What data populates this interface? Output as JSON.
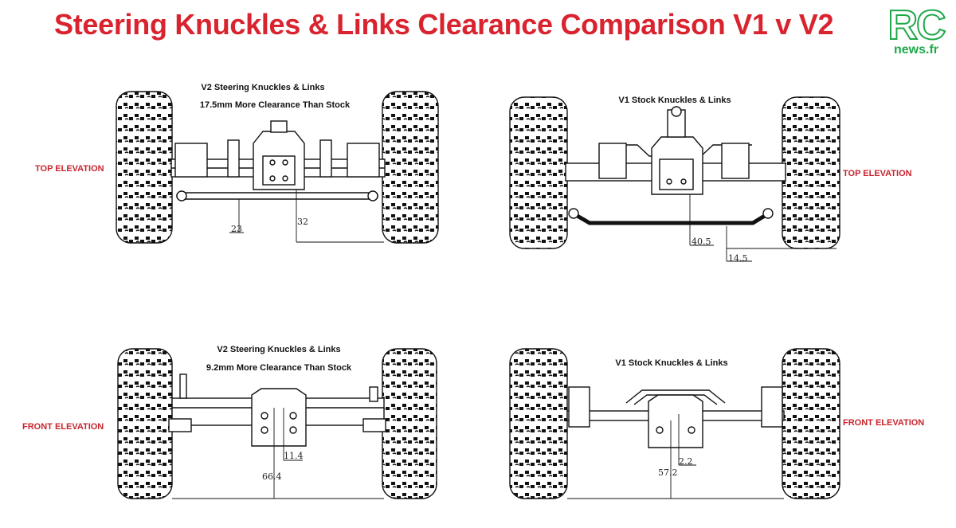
{
  "title": "Steering Knuckles & Links Clearance Comparison V1 v V2",
  "logo": {
    "brand": "RC",
    "site": "news.fr",
    "brand_color": "#1fa84a"
  },
  "colors": {
    "title": "#d9232e",
    "elevation_label": "#c8242e",
    "line": "#111111"
  },
  "panels": {
    "v2_top": {
      "caption_line1": "V2 Steering Knuckles & Links",
      "caption_line2": "17.5mm More Clearance Than Stock",
      "elevation_label": "TOP ELEVATION",
      "dimensions": [
        "23",
        "32"
      ]
    },
    "v1_top": {
      "caption_line1": "V1 Stock Knuckles & Links",
      "elevation_label": "TOP ELEVATION",
      "dimensions": [
        "40.5",
        "14.5"
      ]
    },
    "v2_front": {
      "caption_line1": "V2 Steering Knuckles & Links",
      "caption_line2": "9.2mm More Clearance Than Stock",
      "elevation_label": "FRONT ELEVATION",
      "dimensions": [
        "11.4",
        "66.4"
      ]
    },
    "v1_front": {
      "caption_line1": "V1 Stock Knuckles & Links",
      "elevation_label": "FRONT ELEVATION",
      "dimensions": [
        "2.2",
        "57.2"
      ]
    }
  }
}
